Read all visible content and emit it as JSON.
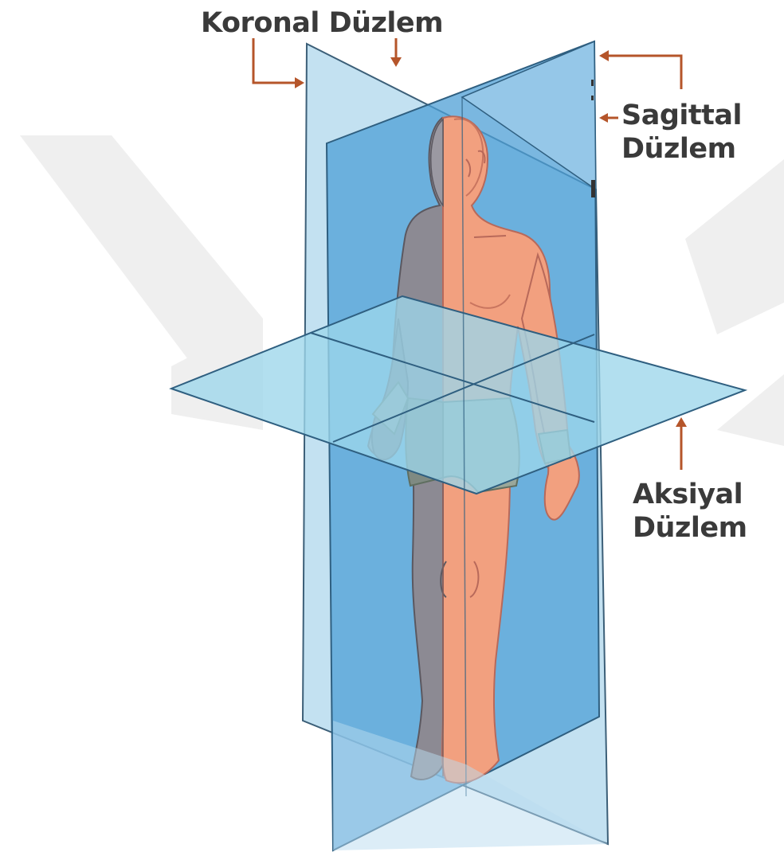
{
  "labels": {
    "koronal": "Koronal Düzlem",
    "sagittal_line1": "Sagittal",
    "sagittal_line2": "Düzlem",
    "aksiyal_line1": "Aksiyal",
    "aksiyal_line2": "Düzlem"
  },
  "colors": {
    "plane_light": "#b9dcef",
    "plane_mid": "#7fbde3",
    "plane_deep": "#4e9fd6",
    "axial_plane": "#9cd6ea",
    "arrow": "#b5552a",
    "skin": "#f2a07f",
    "skin_shadow": "#d9806a",
    "grey_half": "#8c8a93",
    "shorts": "#9aa79a",
    "watermark": "#eeeeee"
  }
}
